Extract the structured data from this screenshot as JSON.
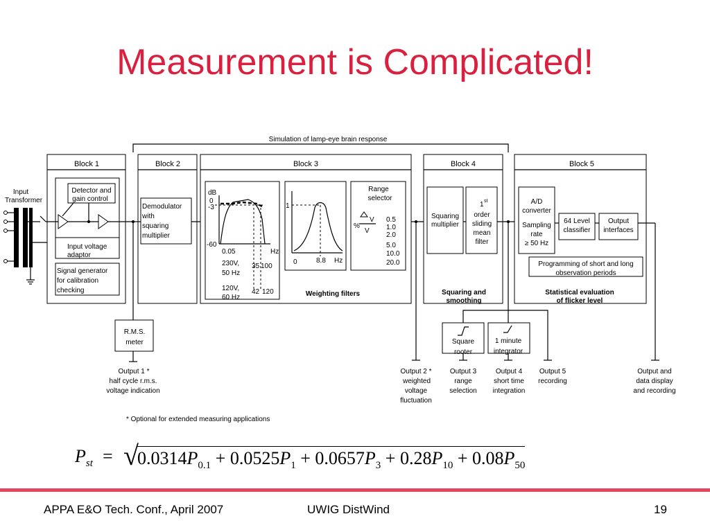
{
  "slide": {
    "title": "Measurement is Complicated!",
    "footer_left": "APPA E&O Tech. Conf., April 2007",
    "footer_center": "UWIG DistWind",
    "page_number": "19",
    "accent_color": "#d9203f",
    "rule_color": "#e34760"
  },
  "diagram": {
    "simulation_label": "Simulation of lamp-eye brain response",
    "input_transformer": [
      "Input",
      "Transformer"
    ],
    "block1": {
      "title": "Block 1",
      "detector": [
        "Detector and",
        "gain control"
      ],
      "adaptor": [
        "Input voltage",
        "adaptor"
      ],
      "generator": [
        "Signal generator",
        "for calibration",
        "checking"
      ]
    },
    "block2": {
      "title": "Block 2",
      "demodulator": [
        "Demodulator",
        "with",
        "squaring",
        "multiplier"
      ]
    },
    "block3": {
      "title": "Block 3",
      "footer": "Weighting filters",
      "graph1": {
        "db": "dB",
        "zero": "0",
        "minus3": "-3",
        "minus60": "-60",
        "f005": "0.05",
        "hz": "Hz",
        "v230": [
          "230V,",
          "50 Hz"
        ],
        "v120": [
          "120V,",
          "60 Hz"
        ],
        "f35": "35",
        "f100": "100",
        "f42": "42",
        "f120": "120"
      },
      "graph2": {
        "one": "1",
        "zero": "0",
        "f88": "8.8",
        "hz": "Hz"
      },
      "range": {
        "title": [
          "Range",
          "selector"
        ],
        "dv": "V",
        "pct": "%",
        "v": "V",
        "values": [
          "0.5",
          "1.0",
          "2.0",
          "5.0",
          "10.0",
          "20.0"
        ]
      }
    },
    "block4": {
      "title": "Block 4",
      "footer": [
        "Squaring and",
        "smoothing"
      ],
      "squaring": [
        "Squaring",
        "multiplier"
      ],
      "order_first": "1",
      "order_sup": "st",
      "order_rest": [
        "order",
        "sliding",
        "mean",
        "filter"
      ]
    },
    "block5": {
      "title": "Block 5",
      "footer": [
        "Statistical evaluation",
        "of flicker level"
      ],
      "adc": [
        "A/D",
        "converter"
      ],
      "sampling": [
        "Sampling",
        "rate",
        "≥ 50 Hz"
      ],
      "classifier": [
        "64 Level",
        "classifier"
      ],
      "interfaces": [
        "Output",
        "interfaces"
      ],
      "programming": [
        "Programming of short and long",
        "observation periods"
      ]
    },
    "rms": [
      "R.M.S.",
      "meter"
    ],
    "square_rooter": [
      "Square",
      "rooter"
    ],
    "integrator": [
      "1 minute",
      "integrator"
    ],
    "outputs": {
      "o1": [
        "Output 1 *",
        "half cycle r.m.s.",
        "voltage indication"
      ],
      "o2": [
        "Output 2 *",
        "weighted",
        "voltage",
        "fluctuation"
      ],
      "o3": [
        "Output 3",
        "range",
        "selection"
      ],
      "o4": [
        "Output 4",
        "short time",
        "integration"
      ],
      "o5": [
        "Output 5",
        "recording"
      ],
      "o6": [
        "Output and",
        "data display",
        "and recording"
      ]
    },
    "optional_note": "* Optional for extended measuring applications"
  },
  "formula": {
    "lhs": "P",
    "lhs_sub": "st",
    "equals": "=",
    "radical": "√",
    "terms": [
      {
        "coef": "0.0314",
        "sub": "0.1"
      },
      {
        "coef": "0.0525",
        "sub": "1"
      },
      {
        "coef": "0.0657",
        "sub": "3"
      },
      {
        "coef": "0.28",
        "sub": "10"
      },
      {
        "coef": "0.08",
        "sub": "50"
      }
    ],
    "var": "P",
    "plus": "+"
  }
}
